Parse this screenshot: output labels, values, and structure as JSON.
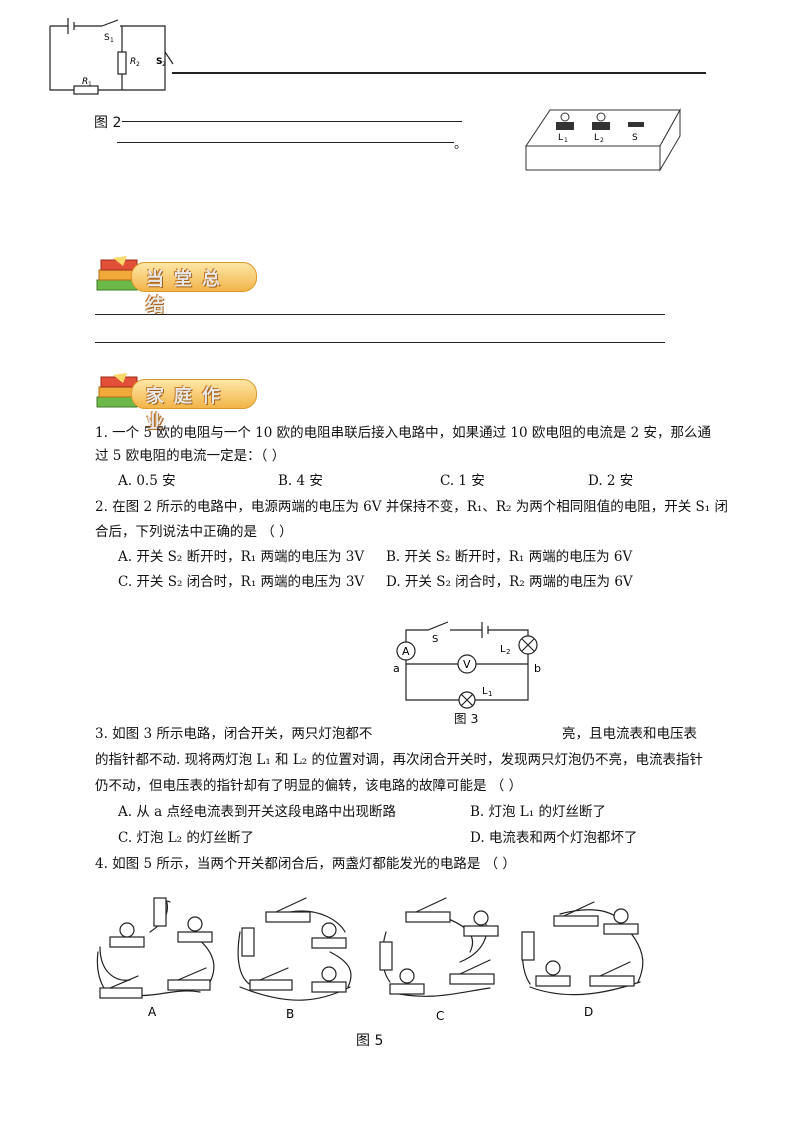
{
  "top": {
    "fig2_caption": "图 2",
    "circuit_labels": {
      "s1": "S",
      "s1_sub": "1",
      "r2": "R",
      "r2_sub": "2",
      "s2": "S",
      "s2_sub": "2",
      "r1": "R",
      "r1_sub": "1"
    },
    "end_mark": "。",
    "board_labels": {
      "l1": "L",
      "l1_sub": "1",
      "l2": "L",
      "l2_sub": "2",
      "s": "S"
    }
  },
  "sections": {
    "summary_title": "当堂总结",
    "homework_title": "家庭作业"
  },
  "questions": {
    "q1": {
      "line1": "1. 一个 5 欧的电阻与一个 10 欧的电阻串联后接入电路中，如果通过 10 欧电阻的电流是 2 安，那么通",
      "line2": "过 5 欧电阻的电流一定是：（      ）",
      "options": [
        "A. 0.5 安",
        "B. 4 安",
        "C. 1 安",
        "D. 2 安"
      ]
    },
    "q2": {
      "line1": "2. 在图 2 所示的电路中，电源两端的电压为 6V 并保持不变，R₁、R₂ 为两个相同阻值的电阻，开关 S₁ 闭",
      "line2": "合后，下列说法中正确的是          （      ）",
      "options": [
        "A. 开关 S₂ 断开时，R₁ 两端的电压为 3V",
        "B. 开关 S₂ 断开时，R₁ 两端的电压为 6V",
        "C. 开关 S₂ 闭合时，R₁ 两端的电压为 3V",
        "D. 开关 S₂ 闭合时，R₂ 两端的电压为 6V"
      ]
    },
    "fig3": {
      "caption": "图   3",
      "labels": {
        "ammeter": "A",
        "voltmeter": "V",
        "switch": "S",
        "node_a": "a",
        "node_b": "b",
        "l1": "L",
        "l1_sub": "1",
        "l2": "L",
        "l2_sub": "2"
      }
    },
    "q3": {
      "line1a": "3. 如图 3 所示电路，闭合开关，两只灯泡都不",
      "line1b": "亮，且电流表和电压表",
      "line2": "的指针都不动. 现将两灯泡 L₁ 和 L₂ 的位置对调，再次闭合开关时，发现两只灯泡仍不亮，电流表指针",
      "line3": "仍不动，但电压表的指针却有了明显的偏转，该电路的故障可能是      （      ）",
      "options": [
        "A. 从 a 点经电流表到开关这段电路中出现断路",
        "B. 灯泡 L₁ 的灯丝断了",
        "C. 灯泡 L₂ 的灯丝断了",
        "D. 电流表和两个灯泡都坏了"
      ]
    },
    "q4": {
      "line1": "4. 如图 5 所示，当两个开关都闭合后，两盏灯都能发光的电路是          （      ）",
      "panel_labels": [
        "A",
        "B",
        "C",
        "D"
      ],
      "caption": "图 5"
    }
  }
}
